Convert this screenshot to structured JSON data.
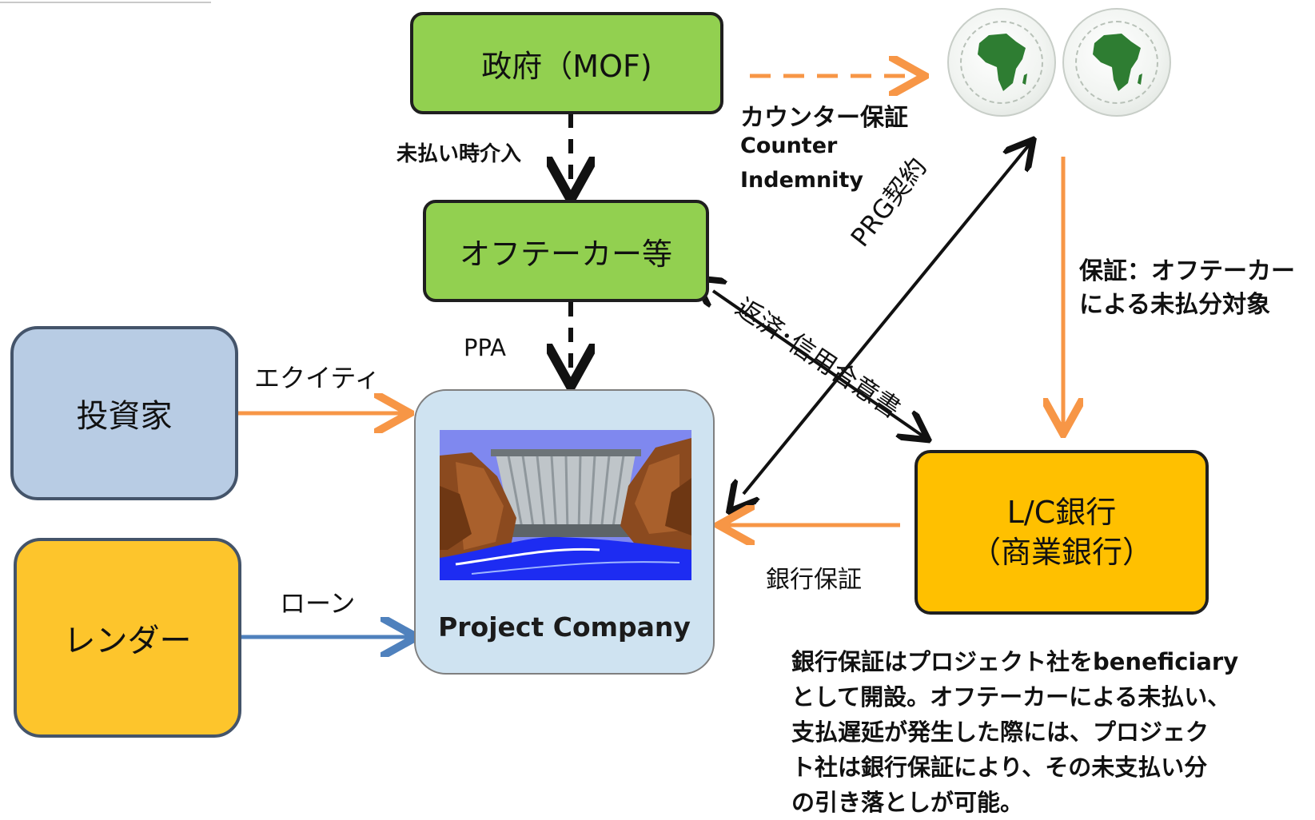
{
  "nodes": {
    "mof": "政府（MOF)",
    "offtaker": "オフテーカー等",
    "investor": "投資家",
    "lender": "レンダー",
    "project_company": "Project Company",
    "lc_bank_line1": "L/C銀行",
    "lc_bank_line2": "（商業銀行）"
  },
  "edges": {
    "intervention": "未払い時介入",
    "ppa": "PPA",
    "equity": "エクイティ",
    "loan": "ローン",
    "counter_guarantee_jp": "カウンター保証",
    "counter_guarantee_en1": "Counter",
    "counter_guarantee_en2": "Indemnity",
    "prg": "PRG契約",
    "repayment": "返済･信用合意書",
    "guarantee_line1": "保証：オフテーカー",
    "guarantee_line2": "による未払分対象",
    "bank_guarantee": "銀行保証"
  },
  "note": [
    "銀行保証はプロジェクト社をbeneficiary",
    "として開設。オフテーカーによる未払い、",
    "支払遅延が発生した際には、プロジェク",
    "ト社は銀行保証により、その未支払い分",
    "の引き落としが可能。"
  ],
  "colors": {
    "green": "#92d050",
    "investor_blue": "#b8cce4",
    "lender_yellow": "#fdc52c",
    "lc_orange": "#ffc000",
    "project_blue": "#cfe3f1",
    "arrow_orange": "#f79646",
    "arrow_blue": "#4f81bd",
    "arrow_black": "#111111",
    "logo_green": "#2e7d32"
  },
  "icons": [
    "afdb-logo-icon",
    "afdf-logo-icon",
    "dam-illustration"
  ]
}
